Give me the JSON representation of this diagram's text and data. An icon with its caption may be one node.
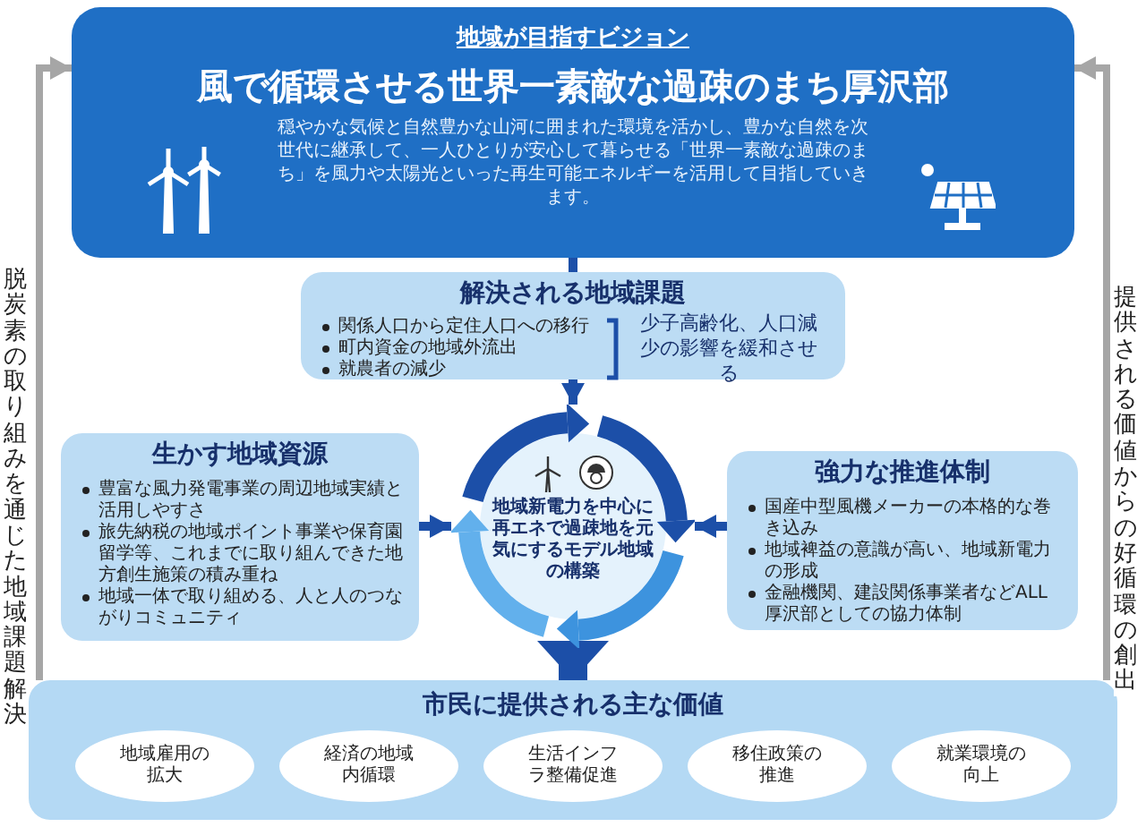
{
  "diagram": {
    "nodes": [
      {
        "text": [
          "地域が目指すビジョン",
          "風で循環させる世界一素敵な過疎のまち厚沢部",
          "穏やかな気候と自然豊かな山河に囲まれた環境を活かし、豊かな自然を次世代に継承して、一人ひとりが安心して暮らせる「世界一素敵な過疎のまち」を風力や太陽光といった再生可能エネルギーを活用して目指していきます。"
        ]
      },
      {
        "text": [
          "解決される地域課題",
          "関係人口から定住人口への移行",
          "町内資金の地域外流出",
          "就農者の減少",
          "少子高齢化、人口減少の影響を緩和させる"
        ]
      },
      {
        "text": [
          "生かす地域資源",
          "豊富な風力発電事業の周辺地域実績と活用しやすさ",
          "旅先納税の地域ポイント事業や保育園留学等、これまでに取り組んできた地方創生施策の積み重ね",
          "地域一体で取り組める、人と人のつながりコミュニティ"
        ]
      },
      {
        "text": [
          "地域新電力を中心に再エネで過疎地を元気にするモデル地域の構築"
        ]
      },
      {
        "text": [
          "強力な推進体制",
          "国産中型風機メーカーの本格的な巻き込み",
          "地域裨益の意識が高い、地域新電力の形成",
          "金融機関、建設関係事業者などALL厚沢部としての協力体制"
        ]
      },
      {
        "text": [
          "市民に提供される主な価値"
        ]
      },
      {
        "text": [
          "地域雇用の拡大"
        ],
        "in": 5
      },
      {
        "text": [
          "経済の地域内循環"
        ],
        "in": 5
      },
      {
        "text": [
          "生活インフラ整備促進"
        ],
        "in": 5
      },
      {
        "text": [
          "移住政策の推進"
        ],
        "in": 5
      },
      {
        "text": [
          "就業環境の向上"
        ],
        "in": 5
      }
    ],
    "edges": [
      {
        "from": 0,
        "to": 1,
        "arrow": "none"
      },
      {
        "from": 1,
        "to": 3,
        "arrow": "to"
      },
      {
        "from": 2,
        "to": 3,
        "arrow": "to"
      },
      {
        "from": 4,
        "to": 3,
        "arrow": "to"
      },
      {
        "from": 3,
        "to": 5,
        "arrow": "to",
        "style": "thick"
      },
      {
        "from": 5,
        "to": 0,
        "arrow": "to",
        "label": "脱炭素の取り組みを通じた地域課題解決",
        "color": "#a6a6a6"
      },
      {
        "from": 5,
        "to": 0,
        "arrow": "to",
        "label": "提供される価値からの好循環の創出",
        "color": "#a6a6a6"
      }
    ]
  }
}
